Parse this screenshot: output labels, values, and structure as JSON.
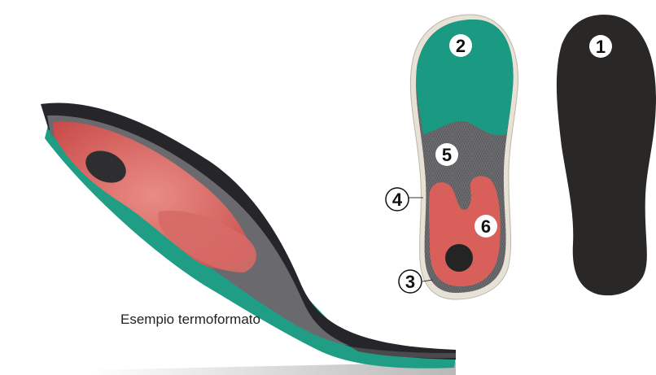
{
  "caption": "Esempio termoformato",
  "markers": {
    "m1": "1",
    "m2": "2",
    "m3": "3",
    "m4": "4",
    "m5": "5",
    "m6": "6"
  },
  "colors": {
    "green": "#1a9a82",
    "red": "#d9605a",
    "carbon": "#5b5b5e",
    "black_sole": "#2a2826",
    "heel_spot": "#242424"
  }
}
